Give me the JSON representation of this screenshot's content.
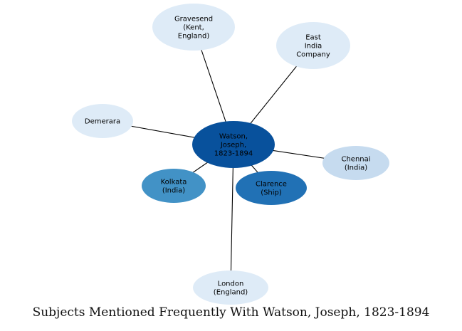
{
  "caption": "Subjects Mentioned Frequently With Watson, Joseph, 1823-1894",
  "colors": {
    "edge": "#000000",
    "label_dark": "#000000",
    "center_fill": "#08519c",
    "strong_fill": "#2171b5",
    "mid_fill": "#4292c6",
    "light_fill": "#c6dbef",
    "pale_fill": "#deebf7"
  },
  "nodes": [
    {
      "id": "center",
      "lines": [
        "Watson,",
        "Joseph,",
        "1823-1894"
      ],
      "fill": "#08519c",
      "text_color": "#000000"
    },
    {
      "id": "gravesend",
      "lines": [
        "Gravesend",
        "(Kent,",
        "England)"
      ],
      "fill": "#deebf7",
      "text_color": "#000000"
    },
    {
      "id": "east-india-company",
      "lines": [
        "East",
        "India",
        "Company"
      ],
      "fill": "#deebf7",
      "text_color": "#000000"
    },
    {
      "id": "demerara",
      "lines": [
        "Demerara"
      ],
      "fill": "#deebf7",
      "text_color": "#000000"
    },
    {
      "id": "chennai",
      "lines": [
        "Chennai",
        "(India)"
      ],
      "fill": "#c6dbef",
      "text_color": "#000000"
    },
    {
      "id": "kolkata",
      "lines": [
        "Kolkata",
        "(India)"
      ],
      "fill": "#4292c6",
      "text_color": "#000000"
    },
    {
      "id": "clarence",
      "lines": [
        "Clarence",
        "(Ship)"
      ],
      "fill": "#2171b5",
      "text_color": "#000000"
    },
    {
      "id": "london",
      "lines": [
        "London",
        "(England)"
      ],
      "fill": "#deebf7",
      "text_color": "#000000"
    }
  ],
  "edges": [
    [
      "center",
      "gravesend"
    ],
    [
      "center",
      "east-india-company"
    ],
    [
      "center",
      "demerara"
    ],
    [
      "center",
      "chennai"
    ],
    [
      "center",
      "kolkata"
    ],
    [
      "center",
      "clarence"
    ],
    [
      "center",
      "london"
    ]
  ]
}
